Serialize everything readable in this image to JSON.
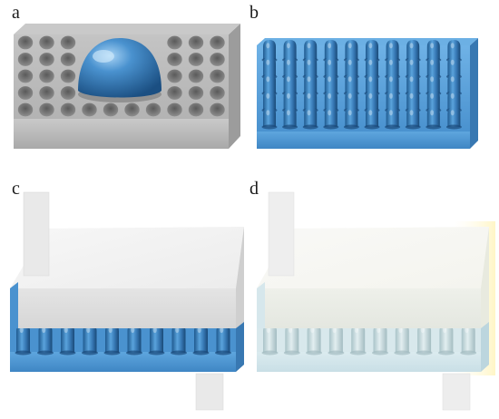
{
  "panels": [
    {
      "id": "a",
      "label": "a"
    },
    {
      "id": "b",
      "label": "b"
    },
    {
      "id": "c",
      "label": "c"
    },
    {
      "id": "d",
      "label": "d"
    }
  ],
  "colors": {
    "mold_gray": "#b9b9b9",
    "polymer_blue": "#4a92cf",
    "substrate_white": "#f3f3f3",
    "faded_blue": "#cfe2ea"
  }
}
